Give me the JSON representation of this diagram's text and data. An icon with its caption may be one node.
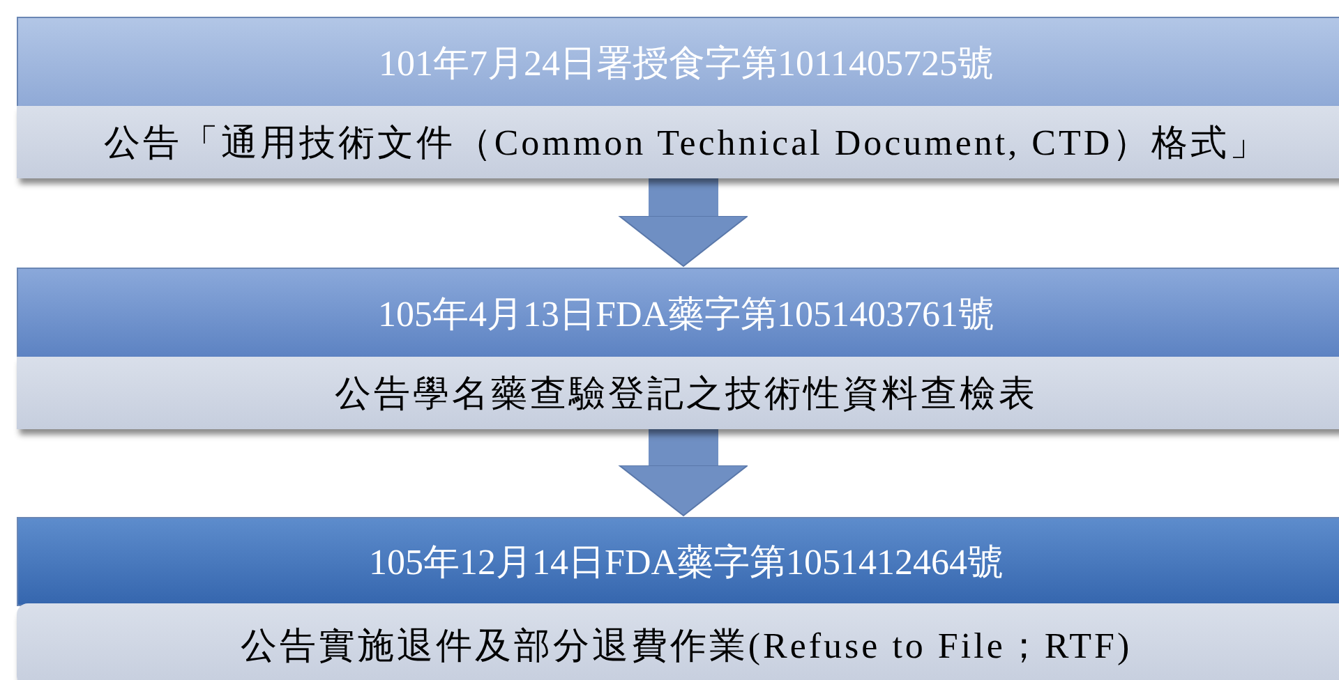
{
  "diagram": {
    "nodes": [
      {
        "text": [
          "101年7月24日署授食字第1011405725號"
        ]
      },
      {
        "text": [
          "公告「通用技術文件（Common Technical Document, CTD）格式」"
        ]
      },
      {
        "text": [
          "105年4月13日FDA藥字第1051403761號"
        ]
      },
      {
        "text": [
          "公告學名藥查驗登記之技術性資料查檢表"
        ]
      },
      {
        "text": [
          "105年12月14日FDA藥字第1051412464號"
        ]
      },
      {
        "text": [
          "公告實施退件及部分退費作業(Refuse to File；RTF)"
        ]
      }
    ],
    "edges": [
      {
        "from": 1,
        "to": 2,
        "arrow": "to"
      },
      {
        "from": 3,
        "to": 4,
        "arrow": "to"
      }
    ]
  }
}
